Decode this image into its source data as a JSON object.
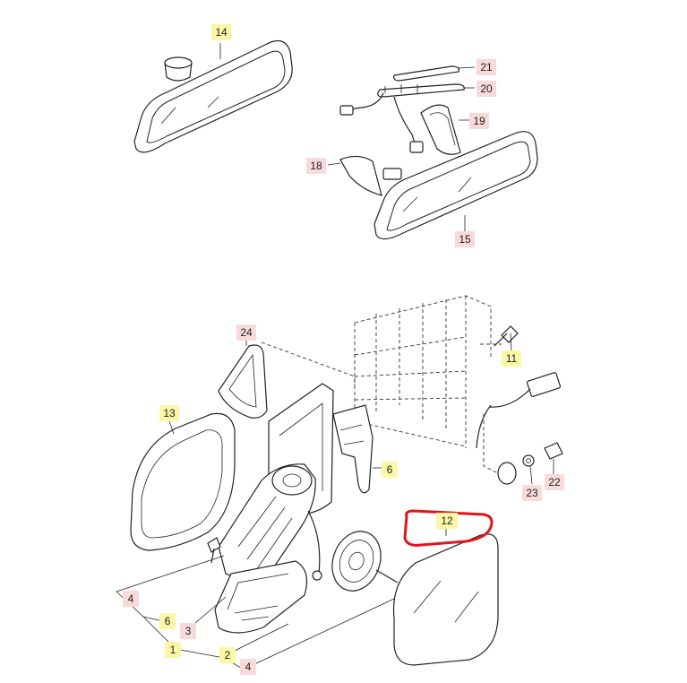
{
  "callouts": {
    "c14": "14",
    "c21": "21",
    "c20": "20",
    "c19": "19",
    "c18": "18",
    "c15": "15",
    "c24": "24",
    "c11": "11",
    "c13": "13",
    "c6a": "6",
    "c12": "12",
    "c23": "23",
    "c22": "22",
    "c4a": "4",
    "c6b": "6",
    "c3": "3",
    "c1": "1",
    "c2": "2",
    "c4b": "4"
  },
  "colors": {
    "yellow_label": "#fbf7a6",
    "pink_label": "#f9dada",
    "highlight": "#e0141c",
    "line": "#222222"
  }
}
